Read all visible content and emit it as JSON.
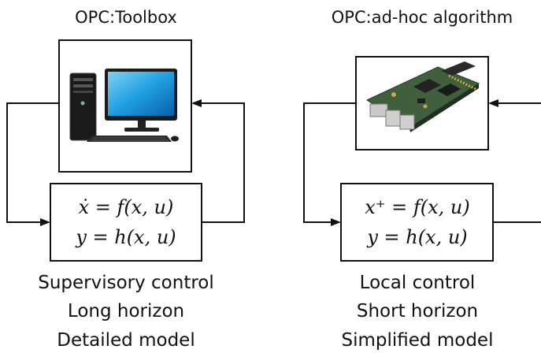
{
  "left": {
    "title": "OPC:Toolbox",
    "equation_top": "ẋ = f(x, u)",
    "equation_bottom": "y = h(x, u)",
    "captions": [
      "Supervisory control",
      "Long horizon",
      "Detailed model"
    ]
  },
  "right": {
    "title": "OPC:ad-hoc algorithm",
    "equation_top": "x⁺ = f(x, u)",
    "equation_bottom": "y = h(x, u)",
    "captions": [
      "Local control",
      "Short horizon",
      "Simplified model"
    ]
  },
  "icons": {
    "left_device": "desktop-computer-icon",
    "right_device": "circuit-board-icon"
  }
}
